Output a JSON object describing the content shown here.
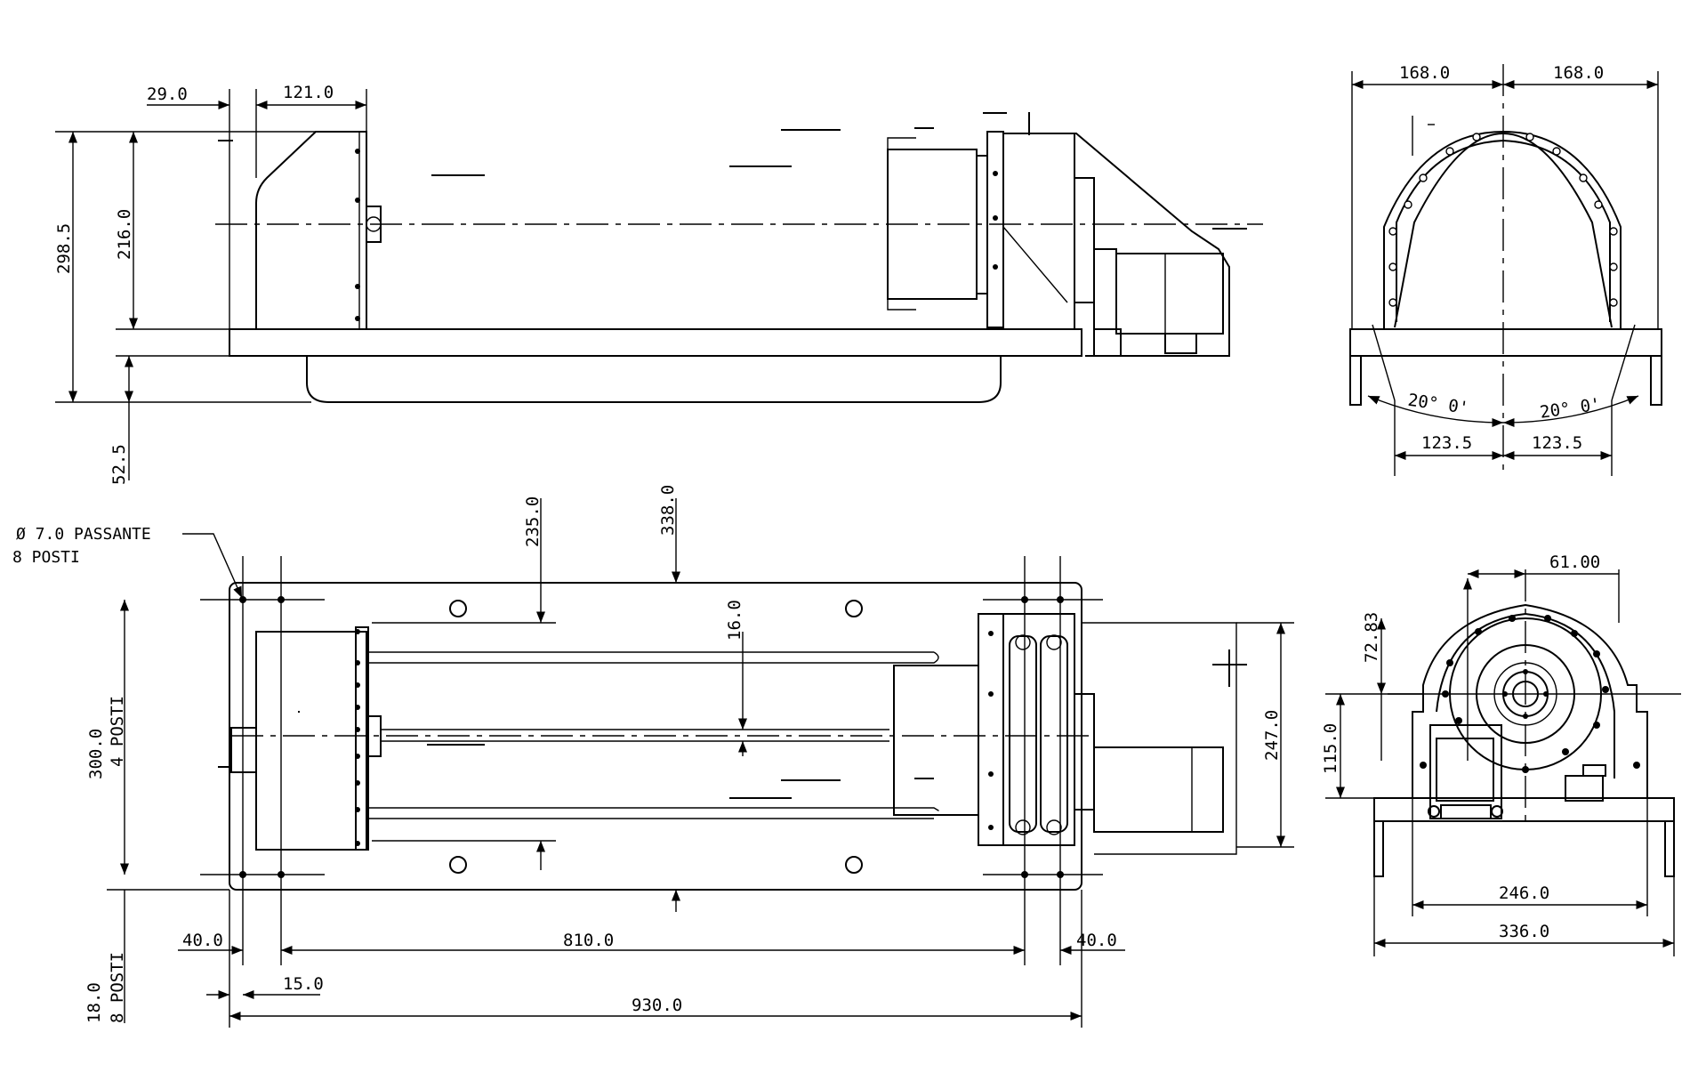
{
  "side_view": {
    "dims": {
      "d29": "29.0",
      "d121": "121.0",
      "d298": "298.5",
      "d216": "216.0",
      "d52": "52.5"
    }
  },
  "front_view": {
    "dims": {
      "d168l": "168.0",
      "d168r": "168.0",
      "a20l": "20° 0'",
      "a20r": "20° 0'",
      "d123l": "123.5",
      "d123r": "123.5"
    }
  },
  "top_view": {
    "note_line1": "Ø 7.0 PASSANTE",
    "note_line2": "8 POSTI",
    "dims": {
      "d235": "235.0",
      "d338": "338.0",
      "d16": "16.0",
      "d300": "300.0",
      "d300b": "4 POSTI",
      "d247": "247.0",
      "d18": "18.0",
      "d18b": "8 POSTI",
      "d40l": "40.0",
      "d810": "810.0",
      "d40r": "40.0",
      "d15": "15.0",
      "d930": "930.0"
    }
  },
  "end_view": {
    "dims": {
      "d61": "61.00",
      "d72": "72.83",
      "d115": "115.0",
      "d246": "246.0",
      "d336": "336.0"
    }
  }
}
